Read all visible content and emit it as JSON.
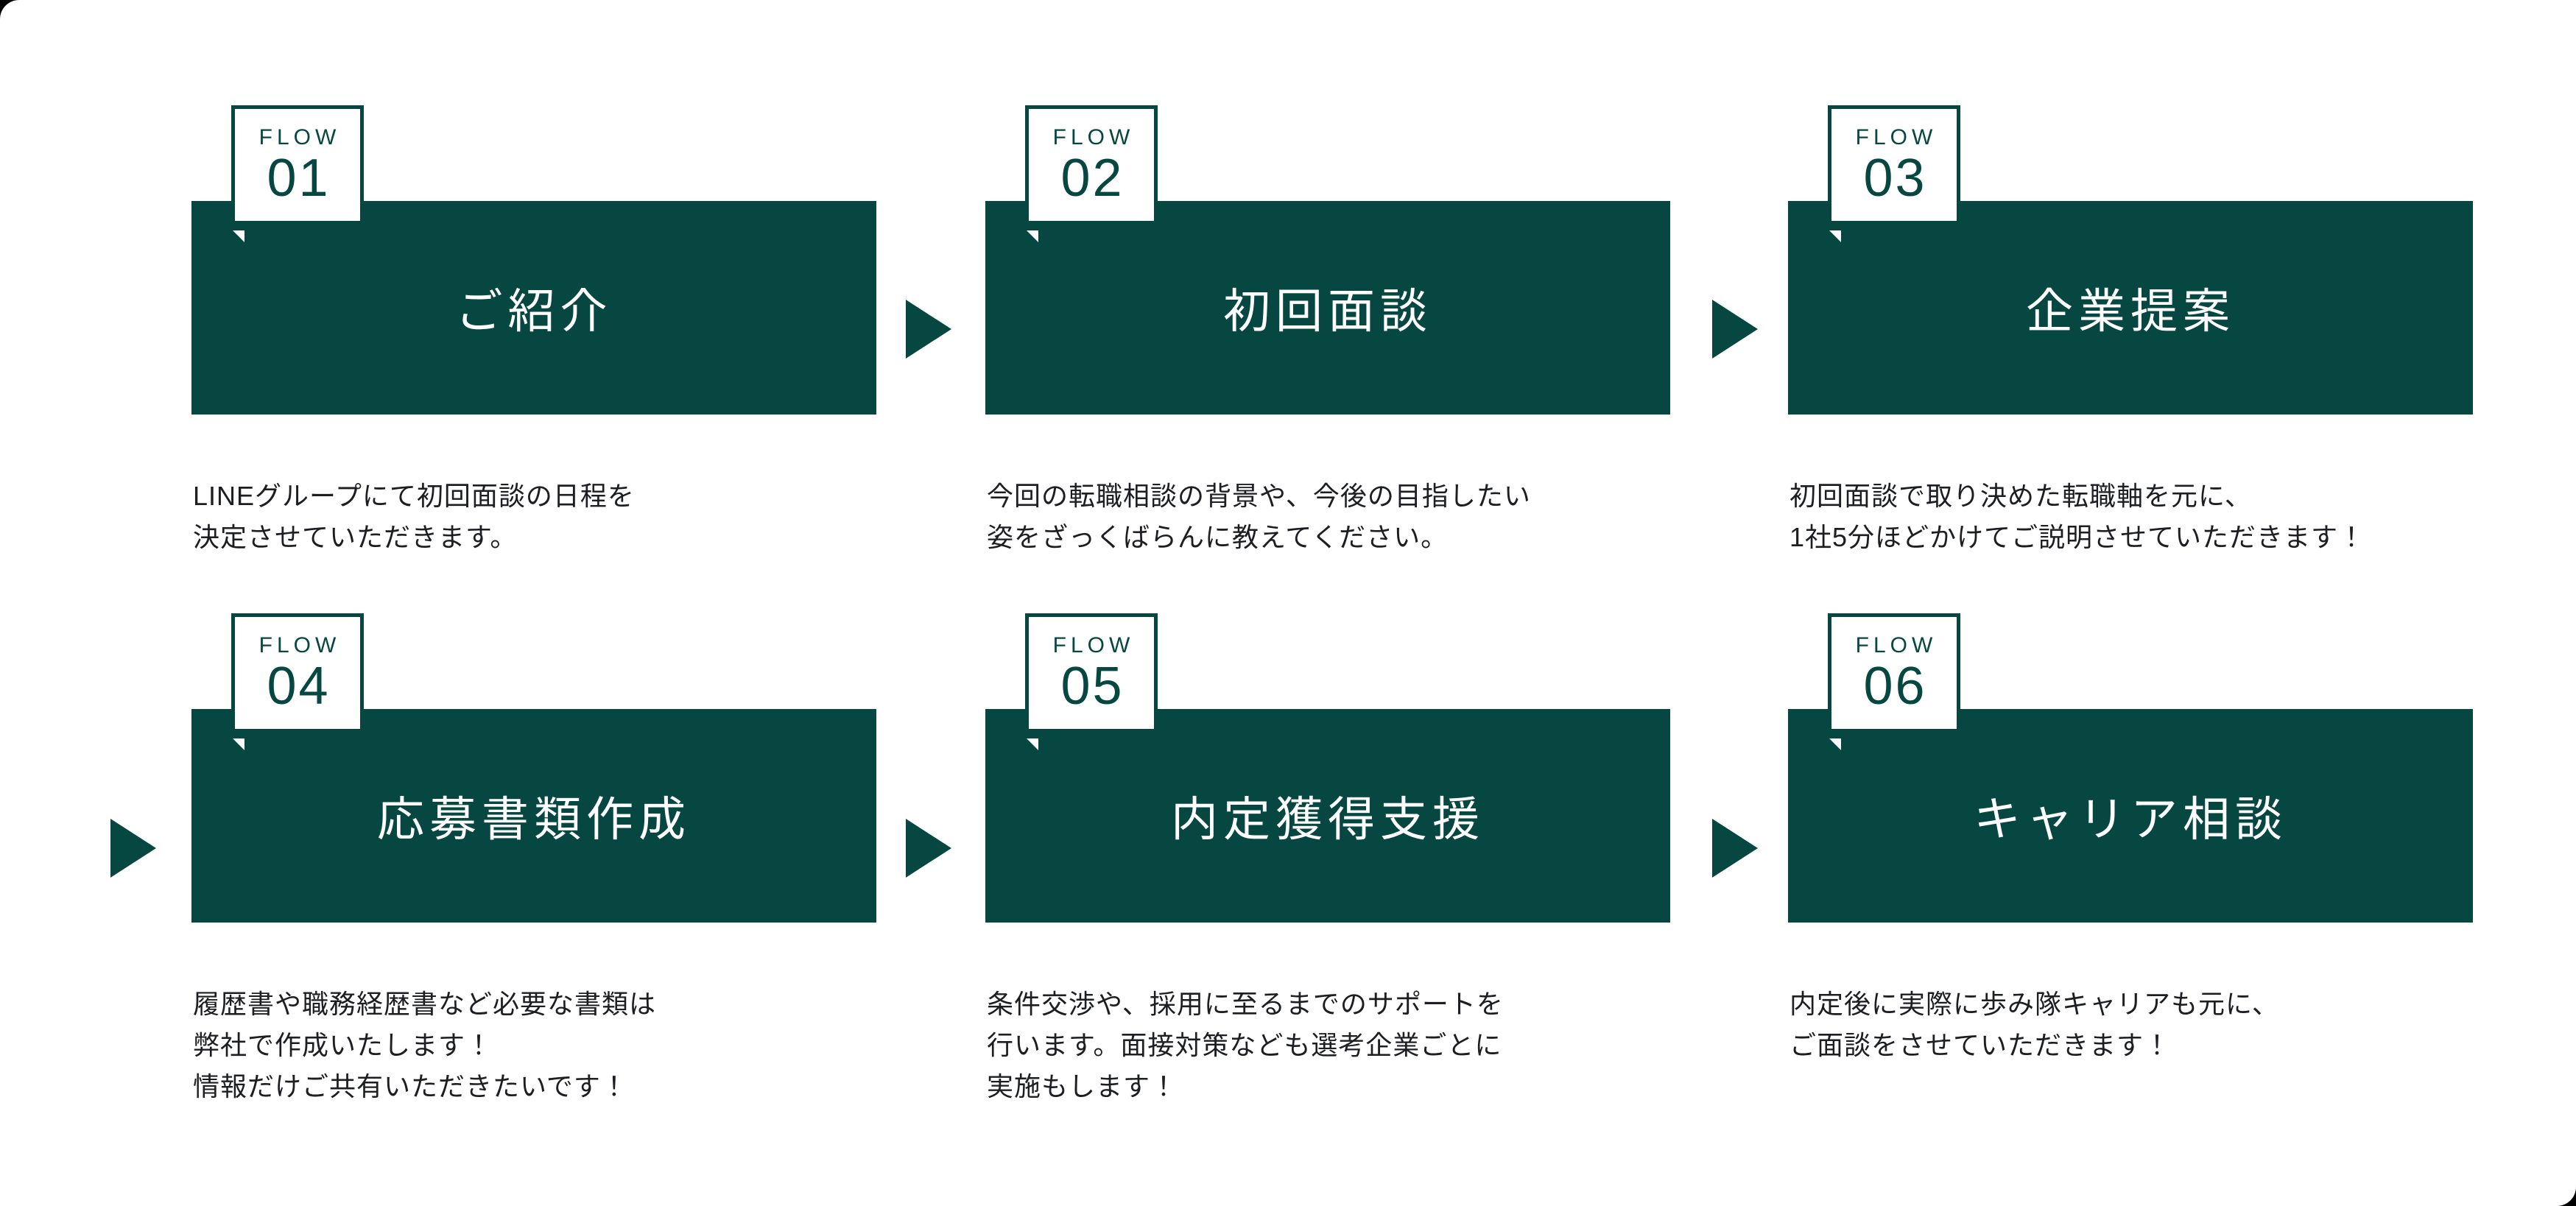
{
  "page": {
    "background_color": "#ffffff",
    "canvas_behind_color": "#000000",
    "accent_color": "#074742",
    "text_color": "#1c1e21"
  },
  "labels": {
    "flow": "FLOW"
  },
  "steps": [
    {
      "number": "01",
      "title": "ご紹介",
      "description": "LINEグループにて初回面談の日程を\n決定させていただきます。"
    },
    {
      "number": "02",
      "title": "初回面談",
      "description": "今回の転職相談の背景や、今後の目指したい\n姿をざっくばらんに教えてください。"
    },
    {
      "number": "03",
      "title": "企業提案",
      "description": "初回面談で取り決めた転職軸を元に、\n1社5分ほどかけてご説明させていただきます！"
    },
    {
      "number": "04",
      "title": "応募書類作成",
      "description": "履歴書や職務経歴書など必要な書類は\n弊社で作成いたします！\n情報だけご共有いただきたいです！"
    },
    {
      "number": "05",
      "title": "内定獲得支援",
      "description": "条件交渉や、採用に至るまでのサポートを\n行います。面接対策なども選考企業ごとに\n実施もします！"
    },
    {
      "number": "06",
      "title": "キャリア相談",
      "description": "内定後に実際に歩み隊キャリアも元に、\nご面談をさせていただきます！"
    }
  ],
  "icons": {
    "arrow": "arrow-right-icon"
  }
}
